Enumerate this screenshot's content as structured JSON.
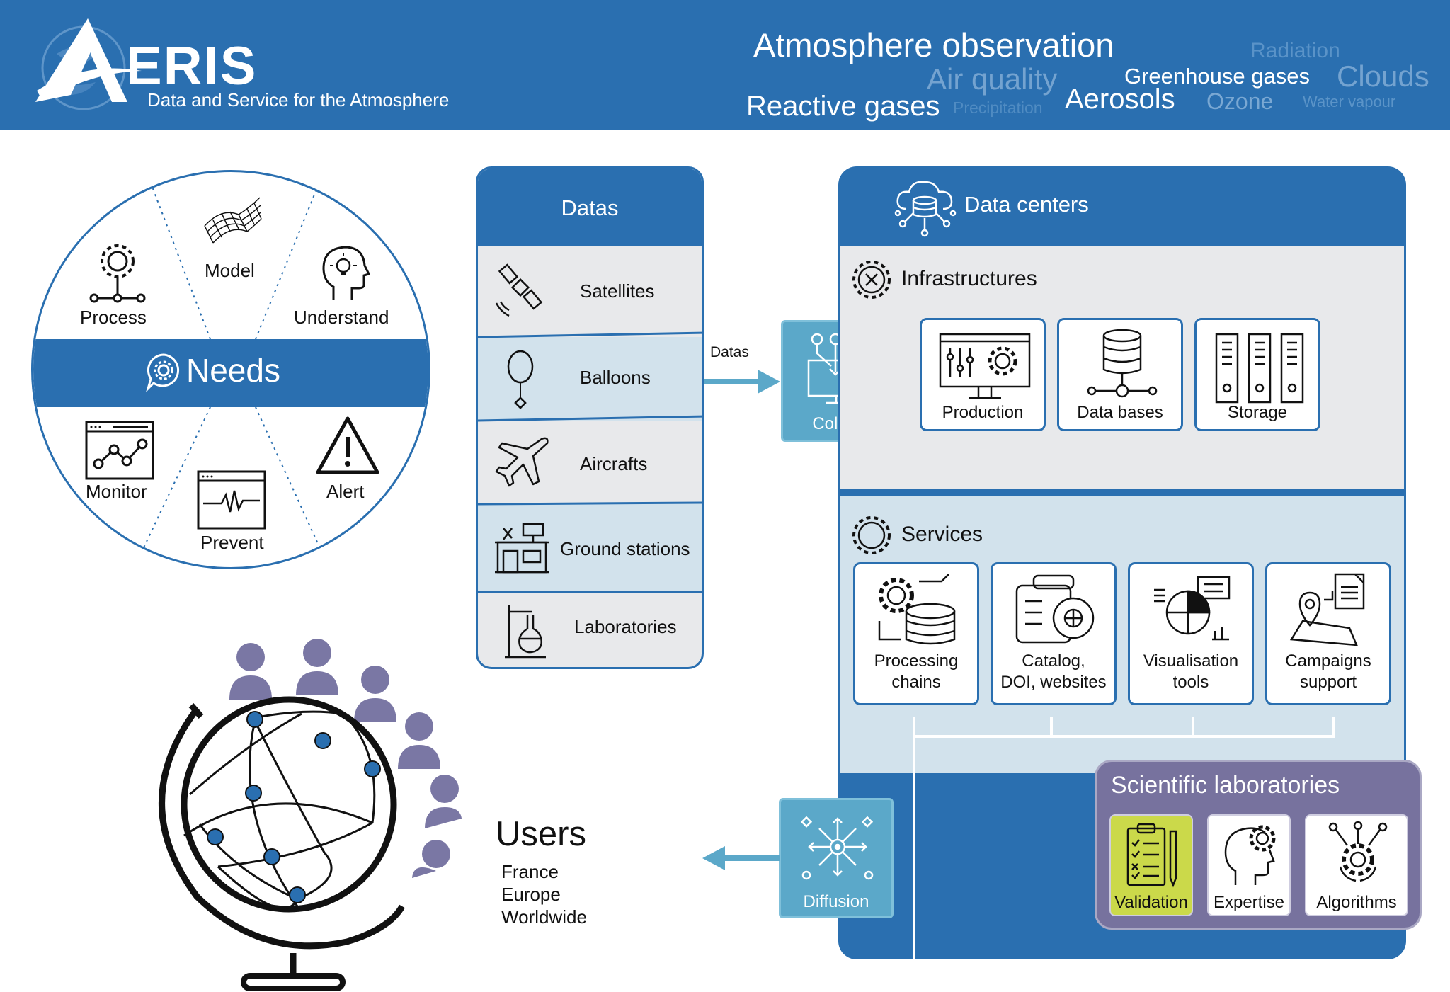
{
  "header": {
    "logo_wordmark": "ERIS",
    "subtitle": "Data and Service for the Atmosphere",
    "title": "Atmosphere observation",
    "keywords": {
      "radiation": "Radiation",
      "air_quality": "Air quality",
      "greenhouse_gases": "Greenhouse gases",
      "clouds": "Clouds",
      "reactive_gases": "Reactive gases",
      "precipitation": "Precipitation",
      "aerosols": "Aerosols",
      "ozone": "Ozone",
      "water_vapour": "Water vapour"
    }
  },
  "needs": {
    "title": "Needs",
    "items": {
      "process": "Process",
      "model": "Model",
      "understand": "Understand",
      "monitor": "Monitor",
      "prevent": "Prevent",
      "alert": "Alert"
    }
  },
  "datas": {
    "title": "Datas",
    "rows": [
      "Satellites",
      "Balloons",
      "Aircrafts",
      "Ground stations",
      "Laboratories"
    ],
    "arrow_label": "Datas"
  },
  "collect": {
    "label": "Collect"
  },
  "diffusion": {
    "label": "Diffusion"
  },
  "data_centers": {
    "title": "Data centers",
    "infrastructures": {
      "title": "Infrastructures",
      "items": [
        "Production",
        "Data bases",
        "Storage"
      ]
    },
    "services": {
      "title": "Services",
      "items": [
        [
          "Processing",
          "chains"
        ],
        [
          "Catalog,",
          "DOI, websites"
        ],
        [
          "Visualisation",
          "tools"
        ],
        [
          "Campaigns",
          "support"
        ]
      ]
    }
  },
  "scientific_laboratories": {
    "title": "Scientific laboratories",
    "items": [
      "Validation",
      "Expertise",
      "Algorithms"
    ]
  },
  "users": {
    "title": "Users",
    "scopes": [
      "France",
      "Europe",
      "Worldwide"
    ]
  },
  "colors": {
    "primary_blue": "#2a6fb0",
    "light_blue_action": "#5ba8c9",
    "panel_grey": "#e8e9eb",
    "services_bg": "#d2e2ec",
    "labs_purple": "#77729e",
    "validation_highlight": "#cbd94a",
    "people_purple": "#7a77a4"
  }
}
